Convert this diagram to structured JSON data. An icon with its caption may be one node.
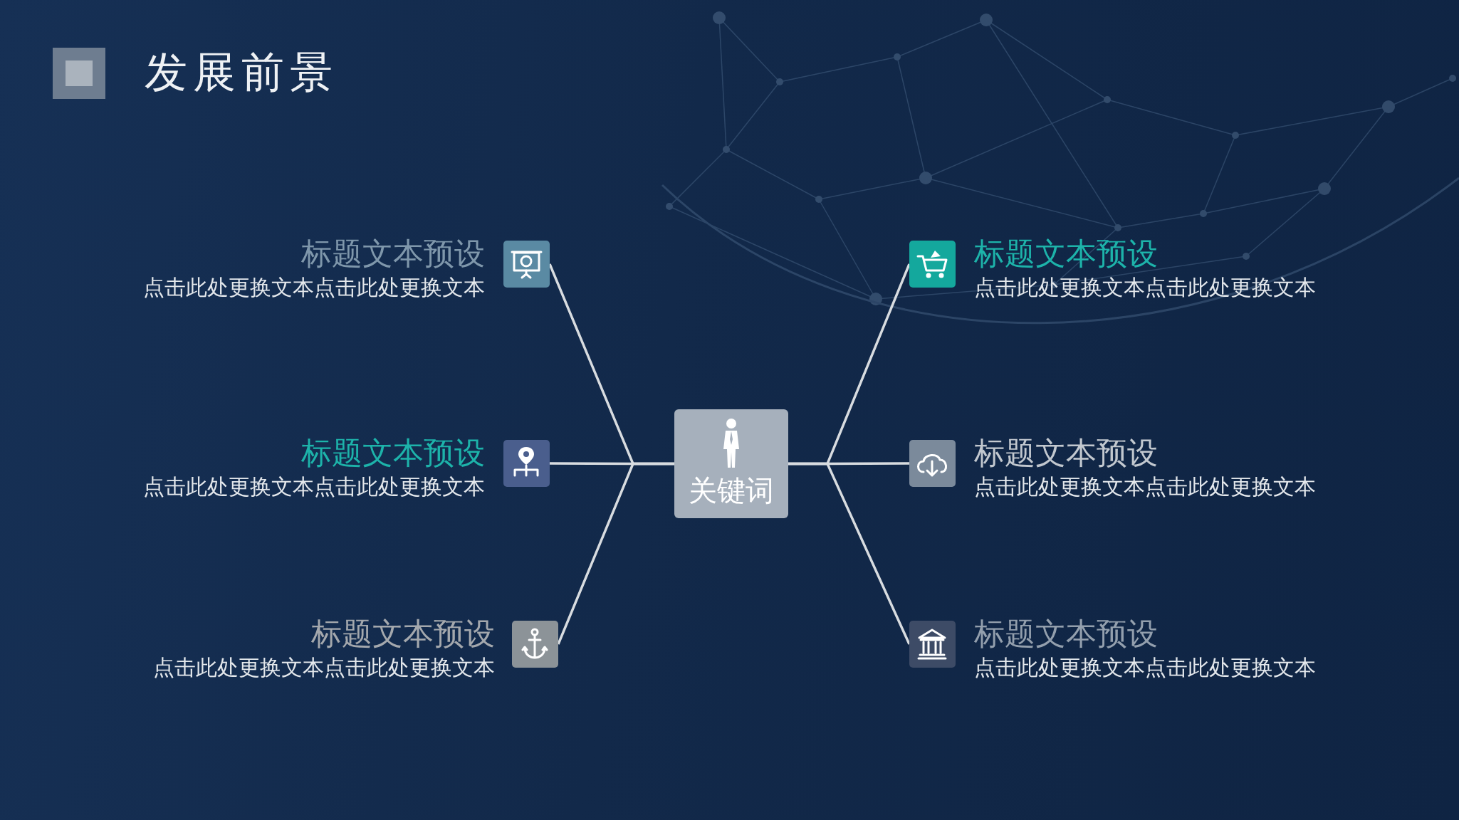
{
  "diagram": {
    "title": "发展前景",
    "nodes": [
      {
        "text": [
          "关键词"
        ]
      },
      {
        "text": [
          "标题文本预设",
          "点击此处更换文本点击此处更换文本"
        ]
      },
      {
        "text": [
          "标题文本预设",
          "点击此处更换文本点击此处更换文本"
        ]
      },
      {
        "text": [
          "标题文本预设",
          "点击此处更换文本点击此处更换文本"
        ]
      },
      {
        "text": [
          "标题文本预设",
          "点击此处更换文本点击此处更换文本"
        ]
      },
      {
        "text": [
          "标题文本预设",
          "点击此处更换文本点击此处更换文本"
        ]
      },
      {
        "text": [
          "标题文本预设",
          "点击此处更换文本点击此处更换文本"
        ]
      }
    ],
    "edges": [
      {
        "from": 0,
        "to": 1,
        "arrow": "none"
      },
      {
        "from": 0,
        "to": 2,
        "arrow": "none"
      },
      {
        "from": 0,
        "to": 3,
        "arrow": "none"
      },
      {
        "from": 0,
        "to": 4,
        "arrow": "none"
      },
      {
        "from": 0,
        "to": 5,
        "arrow": "none"
      },
      {
        "from": 0,
        "to": 6,
        "arrow": "none"
      }
    ]
  }
}
